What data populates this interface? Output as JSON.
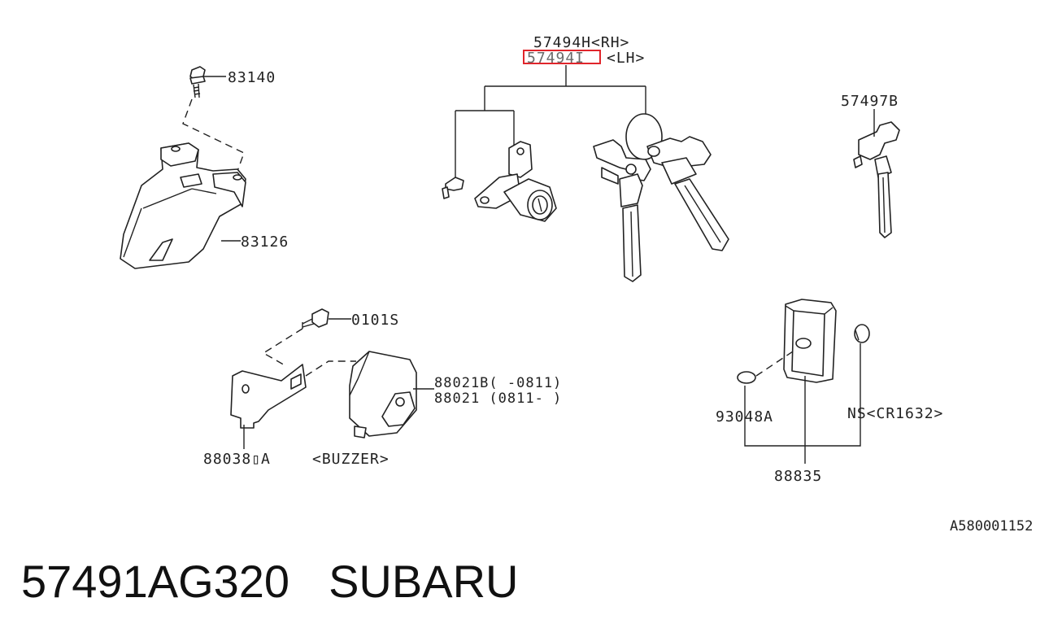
{
  "labels": {
    "p83140": "83140",
    "p83126": "83126",
    "p57494h": "57494H<RH>",
    "p57494i": "57494I",
    "p_lh": "<LH>",
    "p57497b": "57497B",
    "p0101s": "0101S",
    "p88021b": "88021B(    -0811)",
    "p88021": "88021 (0811-    )",
    "p88038": "88038▯A",
    "buzzer": "<BUZZER>",
    "p93048a": "93048A",
    "ns": "NS<CR1632>",
    "p88835": "88835",
    "ref": "A580001152"
  },
  "highlight_color": "#e0252b",
  "footer": {
    "part_number": "57491AG320",
    "brand": "SUBARU"
  }
}
